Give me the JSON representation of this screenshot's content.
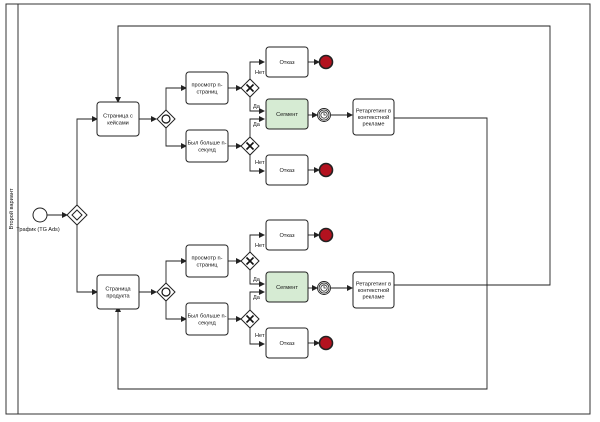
{
  "pool": {
    "lane_label": "Второй вариант"
  },
  "start": {
    "label": "Трафик (ТG Ads)"
  },
  "branches": [
    {
      "page_label": [
        "Страница с",
        "кейсами"
      ],
      "view_label": [
        "просмотр n-",
        "страниц"
      ],
      "time_label": [
        "Был больше n-",
        "секунд"
      ],
      "refuse_label": "Отказ",
      "segment_label": "Сегмент",
      "retarget_label": [
        "Ретаргетинг в",
        "контекстной",
        "рекламе"
      ]
    },
    {
      "page_label": [
        "Страница",
        "продукта"
      ],
      "view_label": [
        "просмотр n-",
        "страниц"
      ],
      "time_label": [
        "Был больше n-",
        "секунд"
      ],
      "refuse_label": "Отказ",
      "segment_label": "Сегмент",
      "retarget_label": [
        "Ретаргетинг в",
        "контекстной",
        "рекламе"
      ]
    }
  ],
  "flow_labels": {
    "no": "Нет",
    "yes": "Да"
  },
  "colors": {
    "segment_fill": "#d6ebd3",
    "end_event": "#b3121f"
  }
}
